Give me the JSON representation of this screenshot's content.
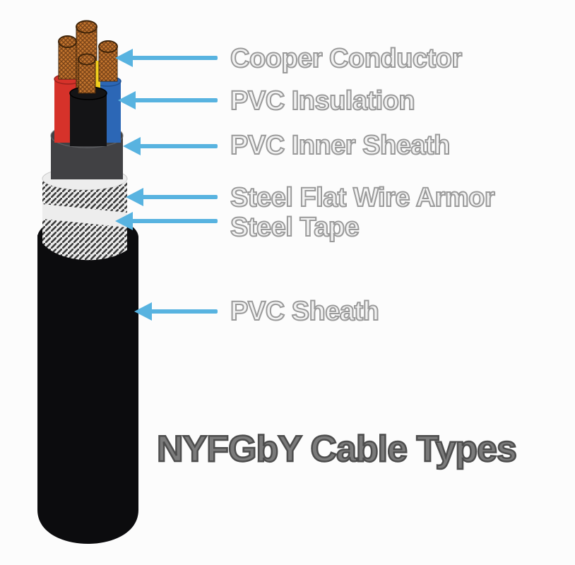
{
  "diagram": {
    "title": "NYFGbY Cable Types",
    "labels": [
      {
        "text": "Cooper Conductor"
      },
      {
        "text": "PVC Insulation"
      },
      {
        "text": "PVC Inner Sheath"
      },
      {
        "text": "Steel Flat Wire Armor"
      },
      {
        "text": "Steel Tape"
      },
      {
        "text": "PVC Sheath"
      }
    ],
    "colors": {
      "arrow": "#58b3e0",
      "copper": "#c4762f",
      "copper_hatch": "#7a4418",
      "insulation_red": "#d6322a",
      "insulation_blue": "#2c67b6",
      "insulation_black": "#141416",
      "insulation_yellow": "#f2cf1e",
      "inner_sheath": "#414144",
      "armor_white": "#ededed",
      "armor_hatch": "#3c3c3c",
      "outer_sheath": "#0c0c0e",
      "label_outline": "#9a9a9a",
      "title_outline": "#4d4d4d",
      "background": "#fcfcfc"
    }
  }
}
